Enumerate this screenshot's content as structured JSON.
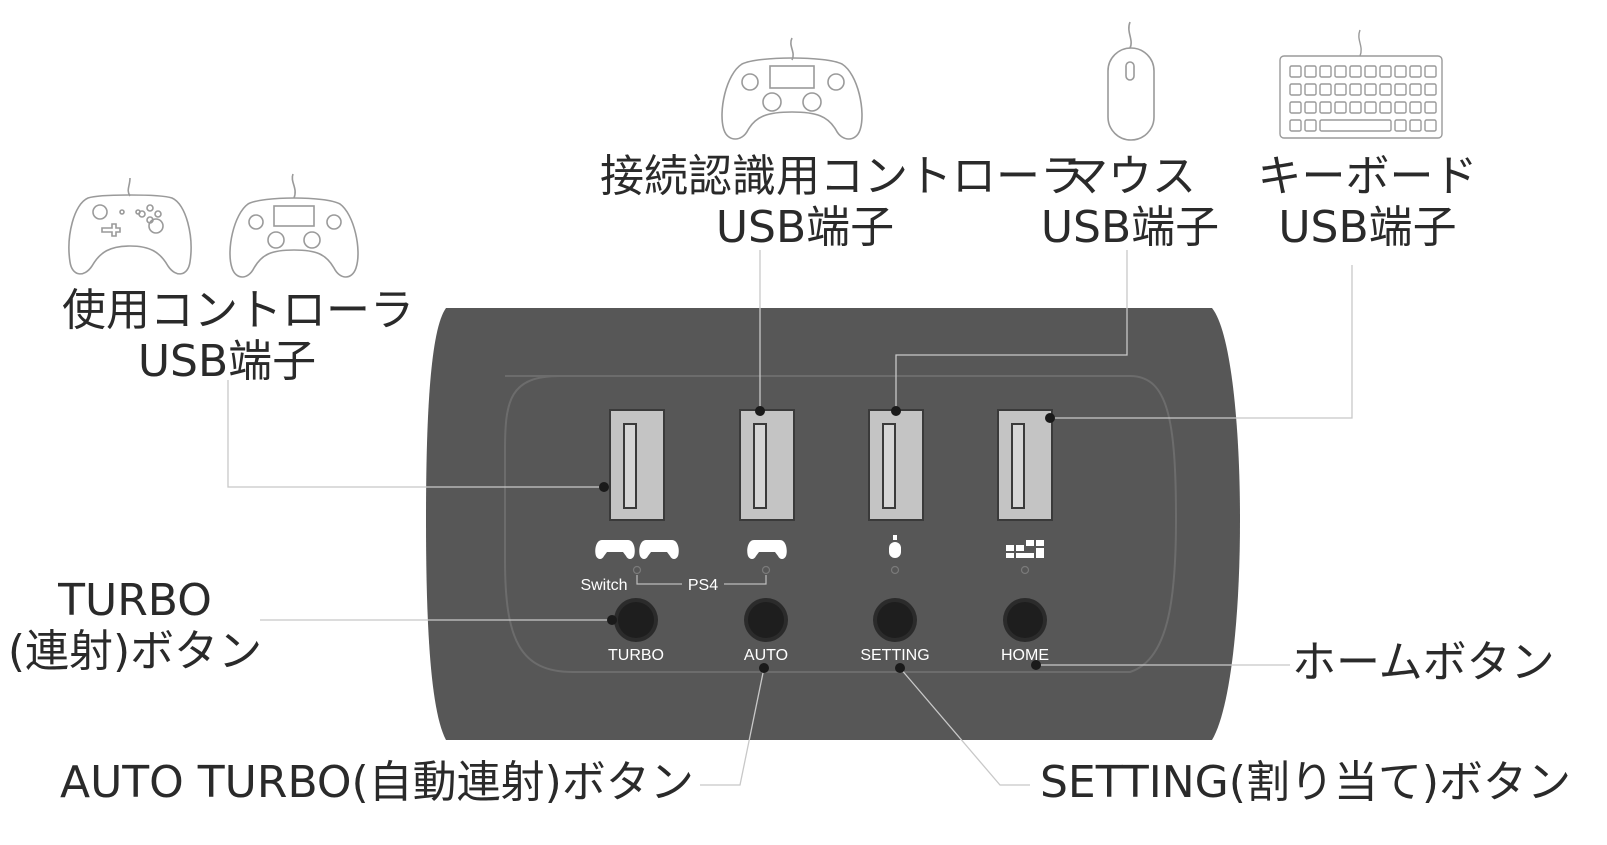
{
  "labels": {
    "used_controller": [
      "使用コントローラ",
      "USB端子"
    ],
    "recognition_controller": [
      "接続認識用コントローラ",
      "USB端子"
    ],
    "mouse": [
      "マウス",
      "USB端子"
    ],
    "keyboard": [
      "キーボード",
      "USB端子"
    ],
    "turbo": [
      "TURBO",
      "(連射)ボタン"
    ],
    "home": "ホームボタン",
    "auto_turbo": "AUTO TURBO(自動連射)ボタン",
    "setting": "SETTING(割り当て)ボタン"
  },
  "device": {
    "mode_left": "Switch",
    "mode_right": "PS4",
    "buttons": [
      "TURBO",
      "AUTO",
      "SETTING",
      "HOME"
    ]
  },
  "icons": {
    "controllers_left": [
      "switch-pro-controller-icon",
      "ps4-controller-icon"
    ],
    "controller_top": "ps4-controller-icon",
    "mouse": "mouse-icon",
    "keyboard": "keyboard-icon"
  },
  "colors": {
    "device_body": "#575757",
    "port": "#c4c4c4",
    "button": "#2b2b2b",
    "text": "#2a2a2a"
  }
}
